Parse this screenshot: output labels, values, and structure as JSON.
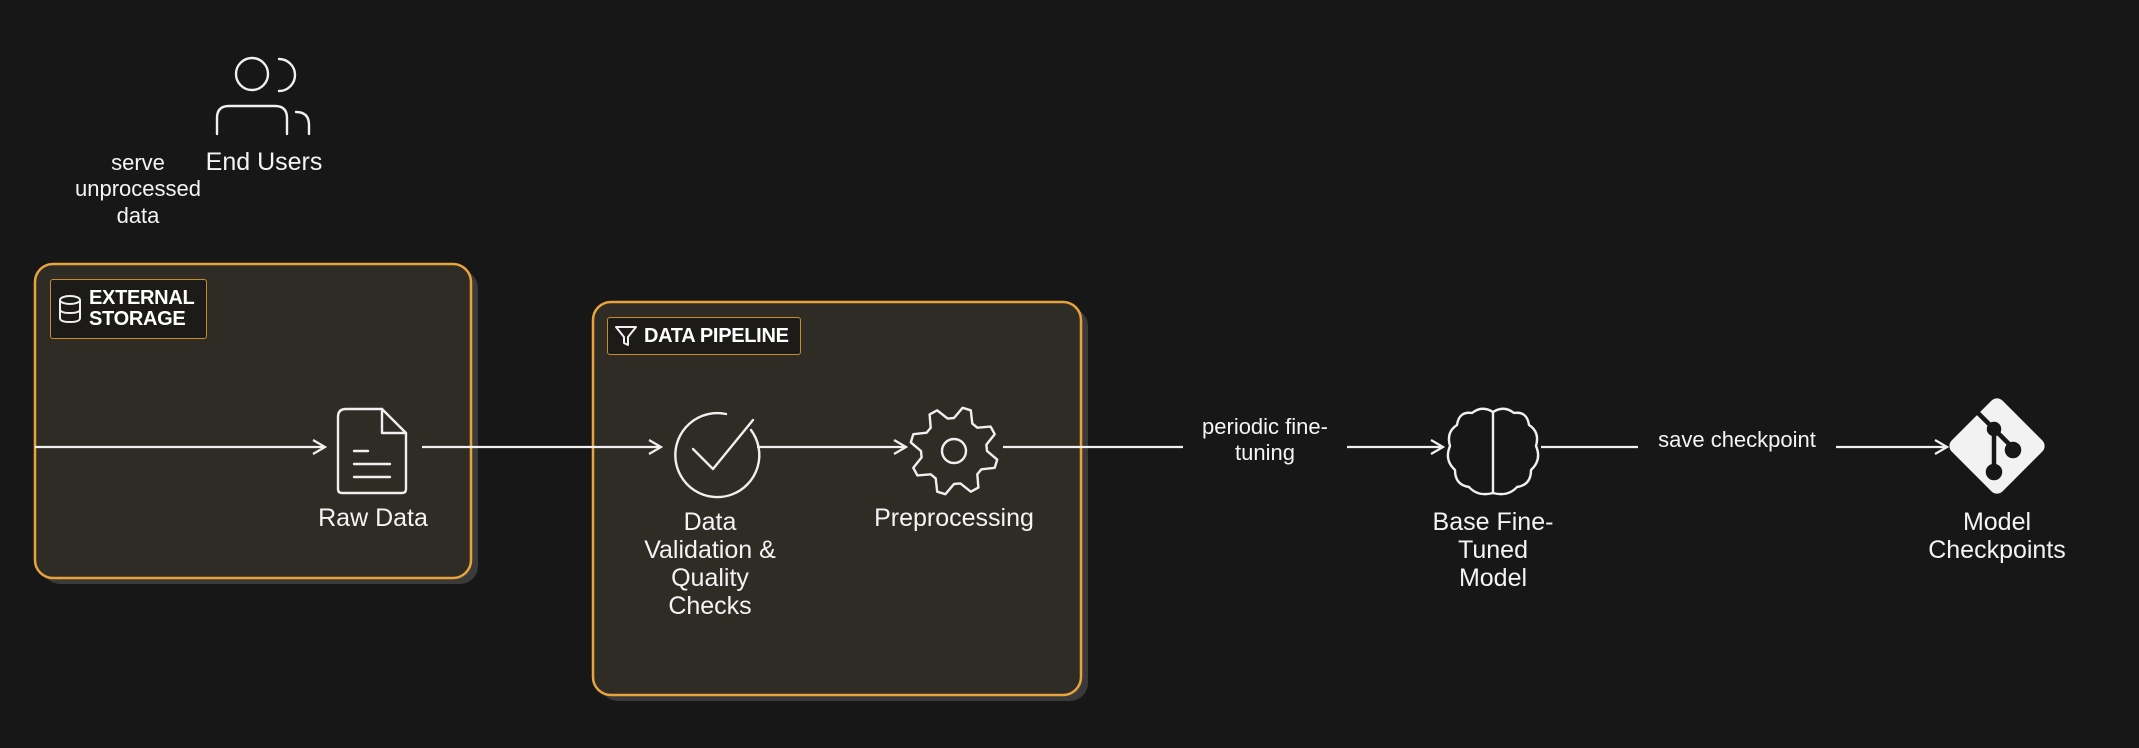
{
  "diagram": {
    "groups": [
      {
        "id": "external-storage",
        "label_line1": "EXTERNAL",
        "label_line2": "STORAGE",
        "icon": "database-icon"
      },
      {
        "id": "data-pipeline",
        "label": "DATA PIPELINE",
        "icon": "funnel-icon"
      }
    ],
    "nodes": {
      "end_users": {
        "label": "End Users",
        "icon": "users-icon"
      },
      "raw_data": {
        "label": "Raw Data",
        "icon": "document-icon"
      },
      "validation": {
        "label_lines": [
          "Data",
          "Validation &",
          "Quality",
          "Checks"
        ],
        "icon": "check-circle-icon"
      },
      "preprocessing": {
        "label": "Preprocessing",
        "icon": "gear-icon"
      },
      "base_model": {
        "label_lines": [
          "Base Fine-",
          "Tuned",
          "Model"
        ],
        "icon": "brain-icon"
      },
      "checkpoints": {
        "label_lines": [
          "Model",
          "Checkpoints"
        ],
        "icon": "git-branch-icon"
      }
    },
    "edge_labels": {
      "serve": [
        "serve",
        "unprocessed",
        "data"
      ],
      "finetune": [
        "periodic fine-",
        "tuning"
      ],
      "save": "save checkpoint"
    },
    "colors": {
      "background": "#171717",
      "group_fill": "#2f2c25",
      "group_border": "#e8a33d",
      "group_shadow": "#3a3a3a",
      "stroke": "#f0f0f0"
    }
  }
}
